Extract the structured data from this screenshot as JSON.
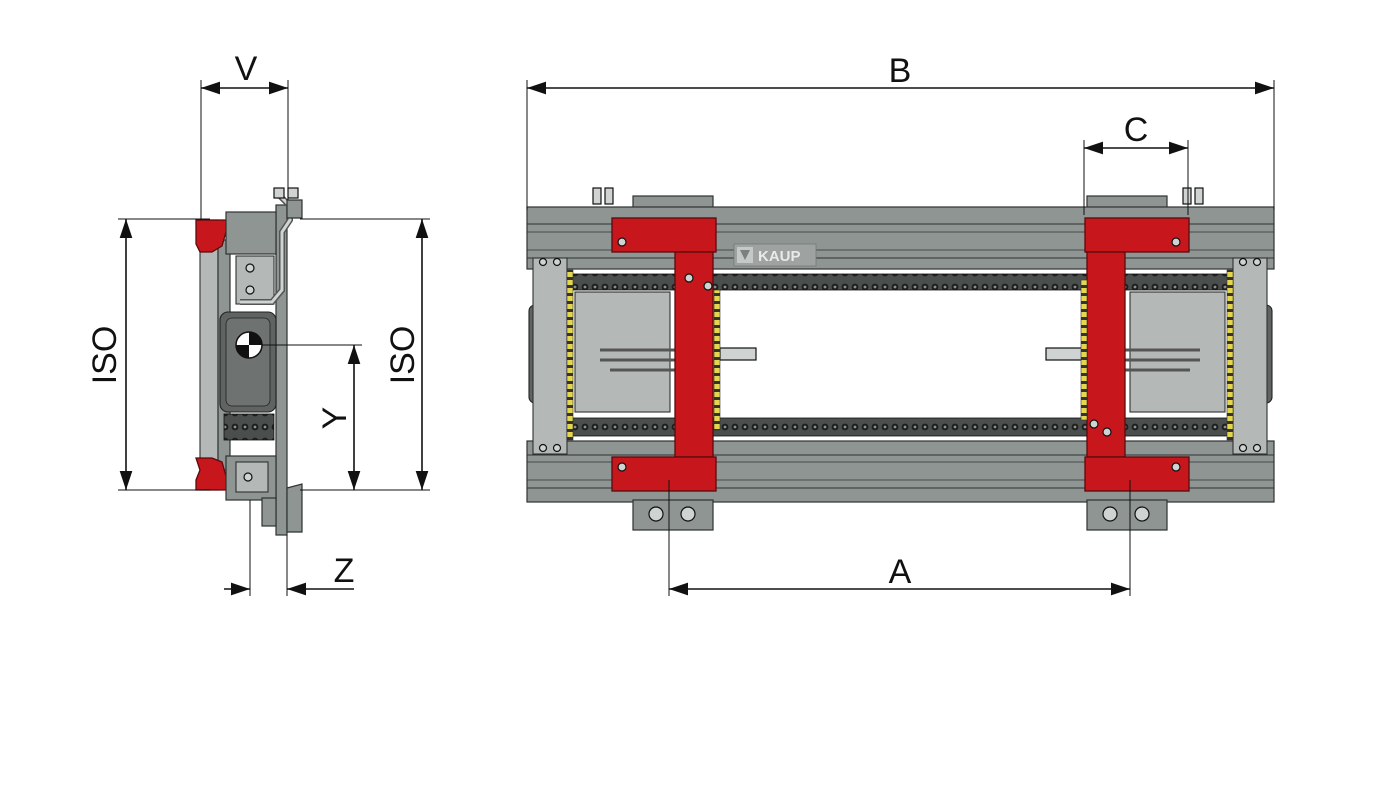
{
  "labels": {
    "v": "V",
    "iso_left": "ISO",
    "iso_right": "ISO",
    "y": "Y",
    "z": "Z",
    "a": "A",
    "b": "B",
    "c": "C",
    "brand": "KAUP"
  },
  "colors": {
    "frame": "#8f9593",
    "frame_light": "#b4b9b7",
    "arm_red": "#c8161d",
    "chain": "#3a3d3c",
    "ink": "#111111"
  }
}
